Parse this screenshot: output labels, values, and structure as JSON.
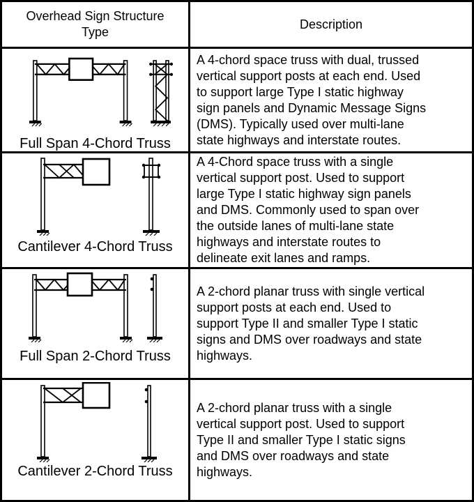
{
  "colors": {
    "ink": "#000000",
    "paper": "#ffffff"
  },
  "header": {
    "type_col": "Overhead Sign Structure\nType",
    "desc_col": "Description"
  },
  "rows": [
    {
      "label": "Full Span 4-Chord Truss",
      "diagram": "full-span-4-chord-truss",
      "description": "A 4-chord space truss with dual, trussed\nvertical support posts at each end. Used\nto support large Type I static highway\nsign panels and Dynamic Message Signs\n(DMS). Typically used over multi-lane\nstate highways and interstate routes."
    },
    {
      "label": "Cantilever 4-Chord Truss",
      "diagram": "cantilever-4-chord-truss",
      "description": "A 4-Chord space truss with a single\nvertical support post.  Used to support\nlarge Type I static highway sign panels\nand DMS. Commonly used to span over\nthe outside lanes of multi-lane state\nhighways and interstate routes to\ndelineate exit lanes and ramps."
    },
    {
      "label": "Full Span 2-Chord Truss",
      "diagram": "full-span-2-chord-truss",
      "description": "A 2-chord planar truss with single vertical\nsupport posts at each end. Used to\nsupport Type II and smaller Type I static\nsigns and DMS over roadways and state\nhighways."
    },
    {
      "label": "Cantilever 2-Chord Truss",
      "diagram": "cantilever-2-chord-truss",
      "description": "A 2-chord planar truss with a single\nvertical support post.  Used to support\nType II and smaller Type I static signs\nand DMS over roadways and state\nhighways."
    }
  ]
}
